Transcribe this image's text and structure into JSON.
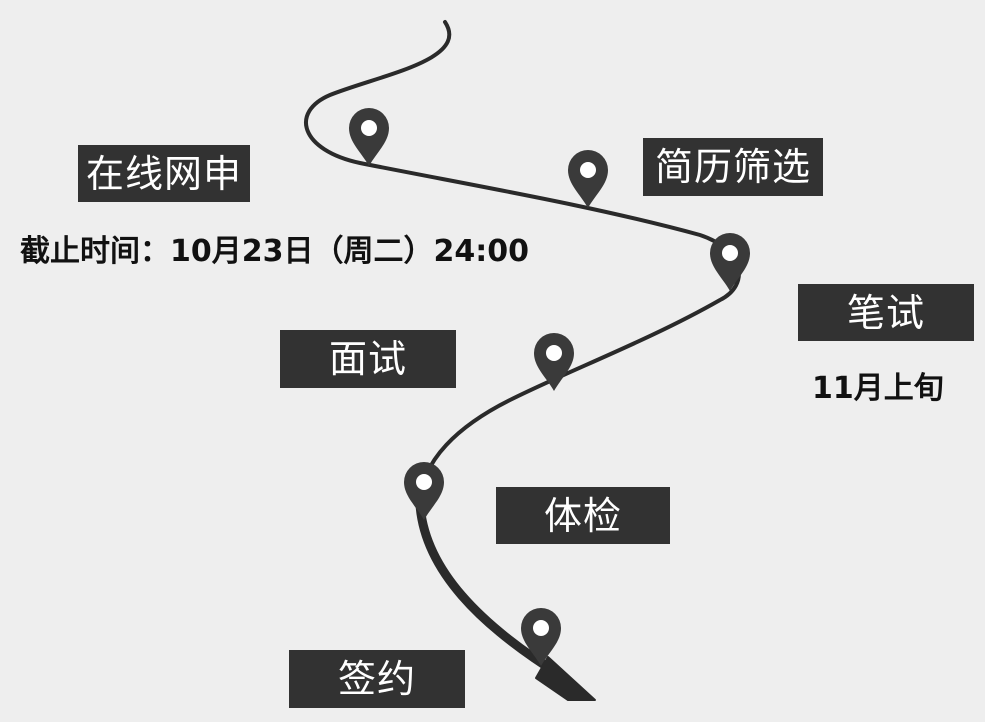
{
  "steps": [
    {
      "label": "在线网申"
    },
    {
      "label": "简历筛选"
    },
    {
      "label": "笔试"
    },
    {
      "label": "面试"
    },
    {
      "label": "体检"
    },
    {
      "label": "签约"
    }
  ],
  "notes": {
    "deadline": "截止时间：10月23日（周二）24:00",
    "written_test_time": "11月上旬"
  },
  "icons": {
    "marker": "map-pin-icon",
    "end": "arrow-head-icon"
  },
  "colors": {
    "background": "#eeeeee",
    "box": "#323232",
    "box_text": "#ffffff",
    "path": "#2a2a2a",
    "note_text": "#111111"
  }
}
